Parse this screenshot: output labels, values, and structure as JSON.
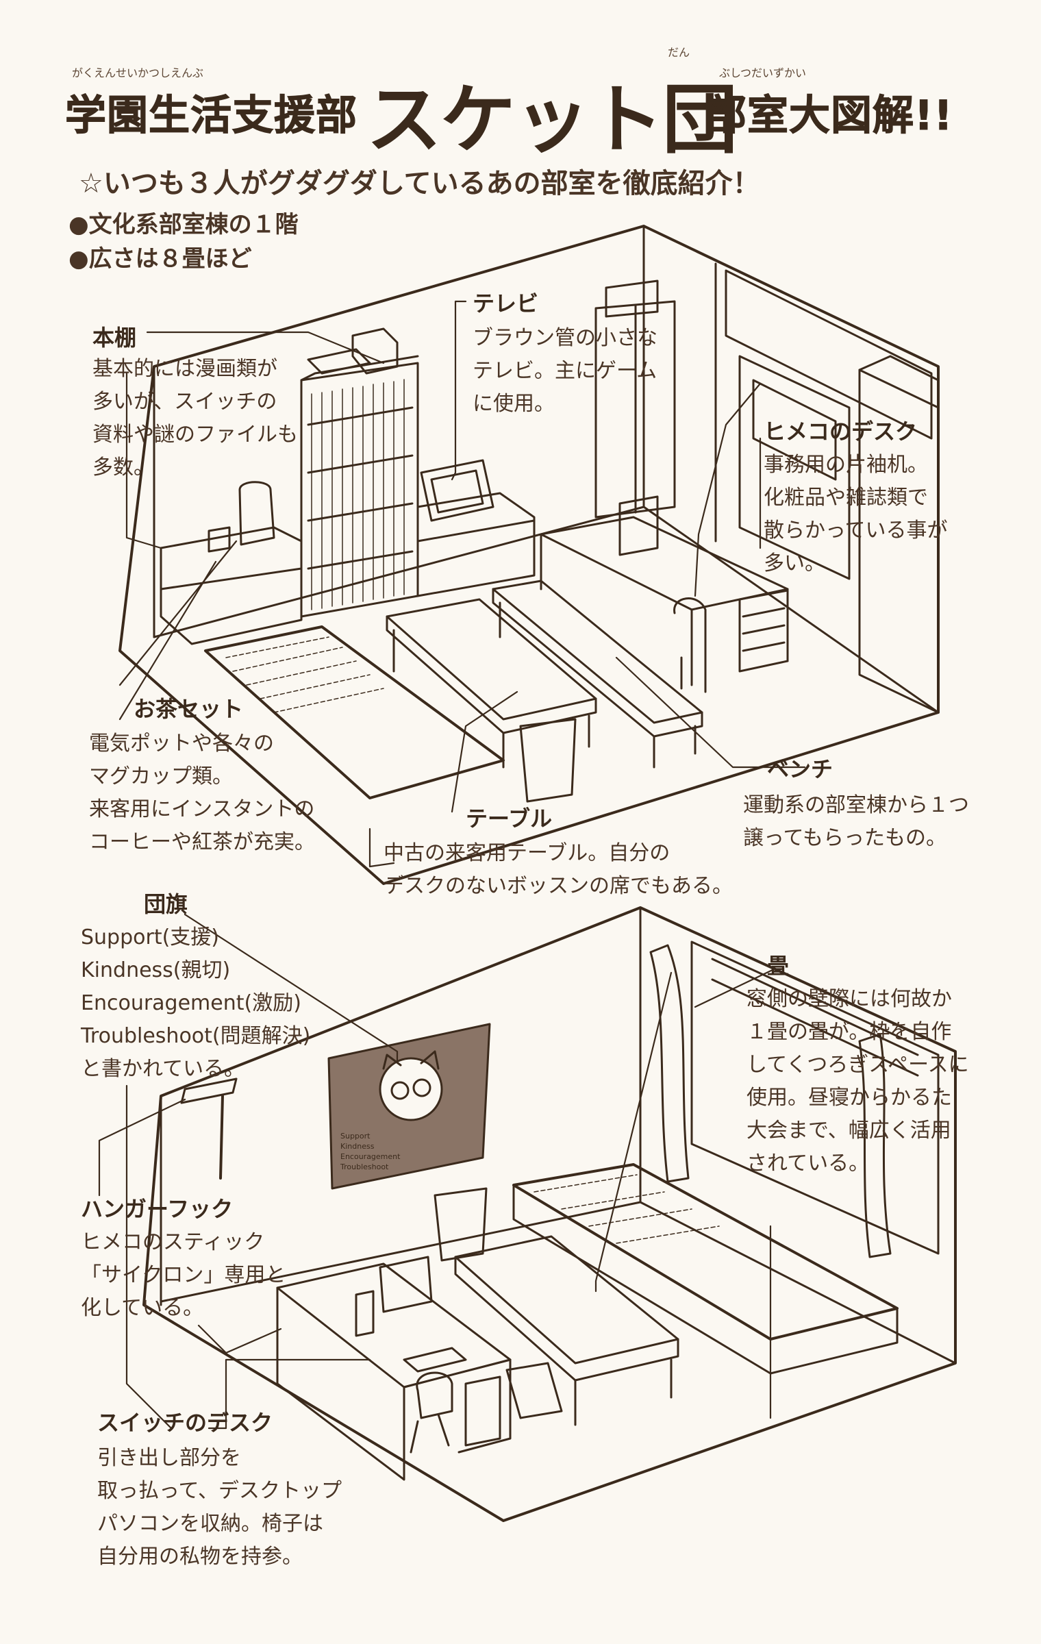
{
  "title": {
    "left": "学園生活支援部",
    "left_ruby": "がくえんせいかつしえんぶ",
    "main": "スケット団",
    "main_ruby": "だん",
    "right": "部室大図解!!",
    "right_ruby": "ぶしつだいずかい"
  },
  "subtitle": "☆いつも３人がグダグダしているあの部室を徹底紹介！",
  "bullets": [
    "●文化系部室棟の１階",
    "●広さは８畳ほど"
  ],
  "labels": {
    "hondana": {
      "head": "本棚",
      "body": "基本的には漫画類が\n多いが、スイッチの\n資料や謎のファイルも\n多数。"
    },
    "tv": {
      "head": "テレビ",
      "body": "ブラウン管の小さな\nテレビ。主にゲーム\nに使用。"
    },
    "himeko_desk": {
      "head": "ヒメコのデスク",
      "body": "事務用の片袖机。\n化粧品や雑誌類で\n散らかっている事が\n多い。"
    },
    "ocha": {
      "head": "お茶セット",
      "body": "電気ポットや各々の\nマグカップ類。\n来客用にインスタントの\nコーヒーや紅茶が充実。"
    },
    "bench": {
      "head": "ベンチ",
      "body": "運動系の部室棟から１つ\n譲ってもらったもの。"
    },
    "table": {
      "head": "テーブル",
      "body": "中古の来客用テーブル。自分の\nデスクのないボッスンの席でもある。"
    },
    "danki": {
      "head": "団旗",
      "body": "Support(支援)\nKindness(親切)\nEncouragement(激励)\nTroubleshoot(問題解決)\nと書かれている。"
    },
    "tatami": {
      "head": "畳",
      "body": "窓側の壁際には何故か\n１畳の畳が。枠を自作\nしてくつろぎスペースに\n使用。昼寝からかるた\n大会まで、幅広く活用\nされている。"
    },
    "hanger": {
      "head": "ハンガーフック",
      "body": "ヒメコのスティック\n「サイクロン」専用と\n化している。"
    },
    "switch_desk": {
      "head": "スイッチのデスク",
      "body": "引き出し部分を\n取っ払って、デスクトップ\nパソコンを収納。椅子は\n自分用の私物を持参。"
    }
  },
  "flag_text": [
    "Support",
    "Kindness",
    "Encouragement",
    "Troubleshoot"
  ],
  "colors": {
    "ink": "#3b2a1c",
    "paper": "#fbf8f2",
    "flag": "#8a7466"
  }
}
